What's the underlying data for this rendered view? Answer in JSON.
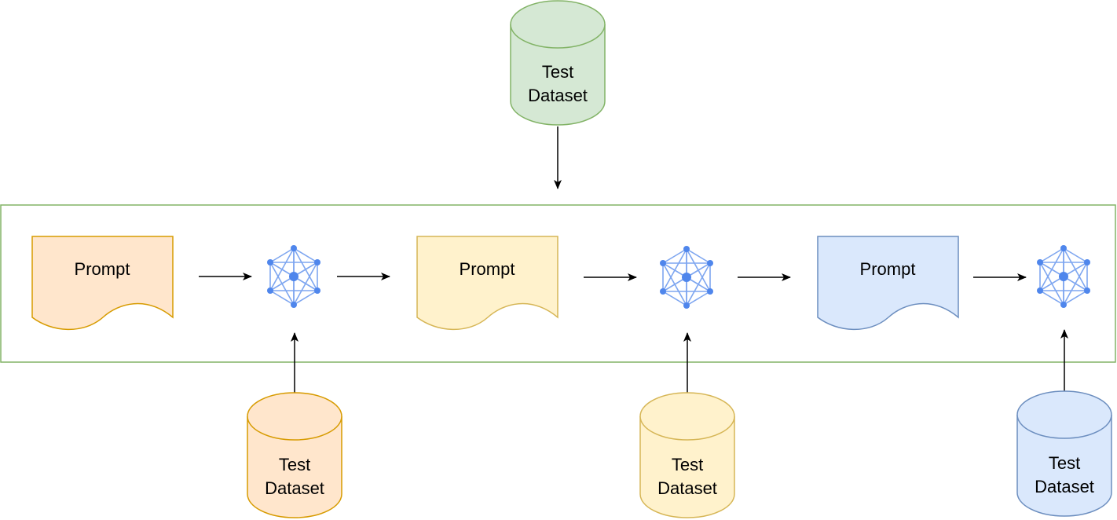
{
  "colors": {
    "frame_stroke": "#82b366",
    "green_fill": "#d5e8d4",
    "green_stroke": "#82b366",
    "orange_fill": "#ffe6cc",
    "orange_stroke": "#d79b00",
    "yellow_fill": "#fff2cc",
    "yellow_stroke": "#d6b656",
    "blue_fill": "#dae8fc",
    "blue_stroke": "#6c8ebf",
    "network": "#7ea6f0",
    "network_node": "#4f86ec",
    "arrow": "#000000"
  },
  "top_dataset": {
    "line1": "Test",
    "line2": "Dataset",
    "color": "green"
  },
  "prompts": [
    {
      "label": "Prompt",
      "color": "orange"
    },
    {
      "label": "Prompt",
      "color": "yellow"
    },
    {
      "label": "Prompt",
      "color": "blue"
    }
  ],
  "models": [
    {
      "icon": "neural-network-icon"
    },
    {
      "icon": "neural-network-icon"
    },
    {
      "icon": "neural-network-icon"
    }
  ],
  "bottom_datasets": [
    {
      "line1": "Test",
      "line2": "Dataset",
      "color": "orange"
    },
    {
      "line1": "Test",
      "line2": "Dataset",
      "color": "yellow"
    },
    {
      "line1": "Test",
      "line2": "Dataset",
      "color": "blue"
    }
  ]
}
